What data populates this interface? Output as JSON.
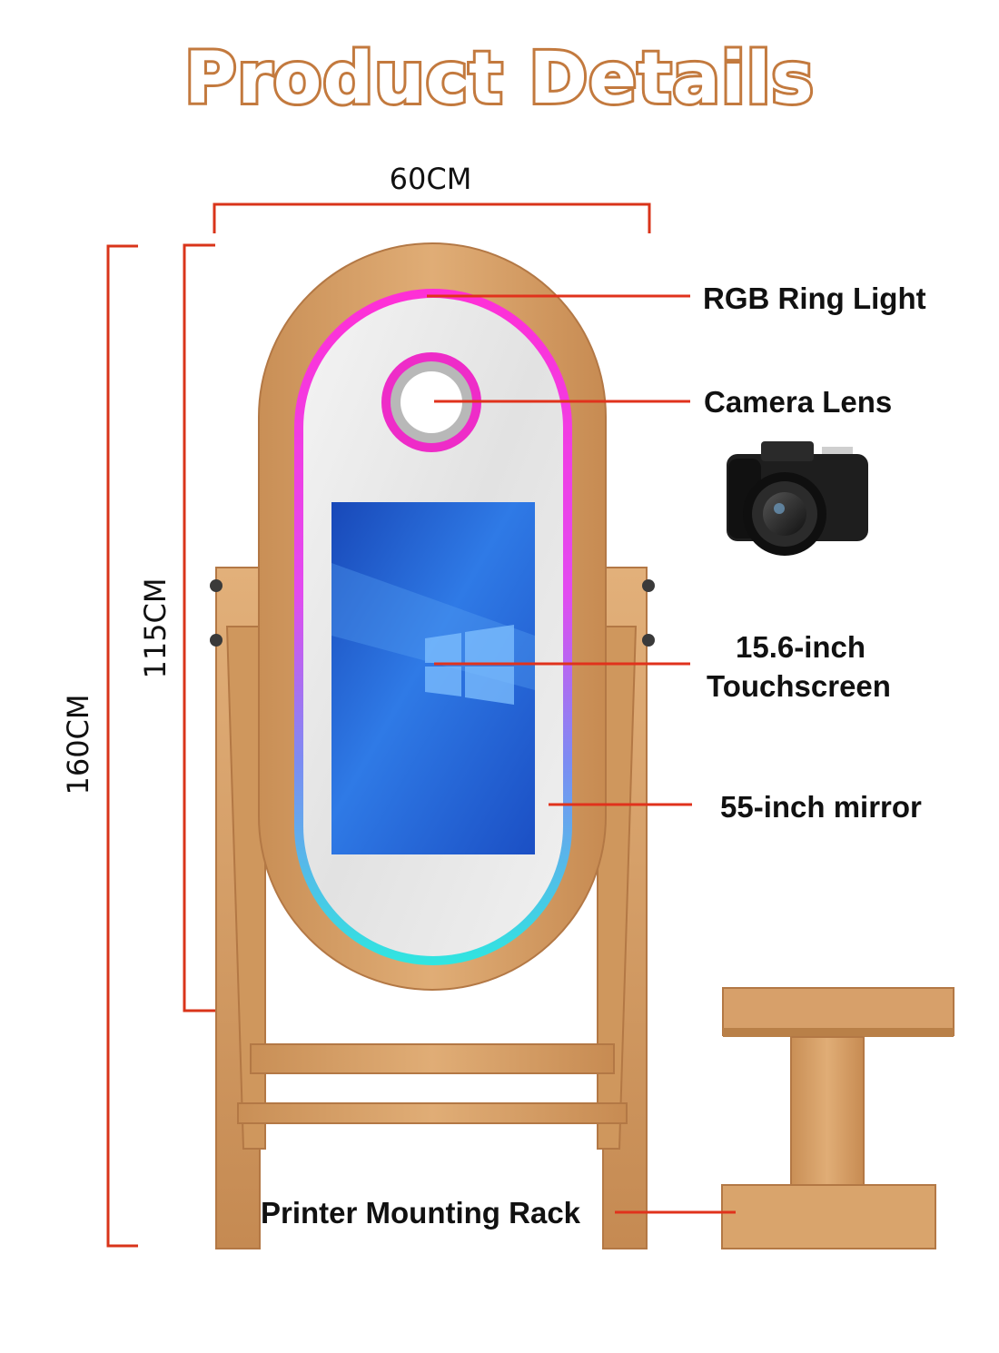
{
  "title": "Product Details",
  "dimensions": {
    "width": "60CM",
    "mirror_height": "115CM",
    "total_height": "160CM"
  },
  "callouts": {
    "ring_light": "RGB Ring Light",
    "camera_lens": "Camera Lens",
    "touchscreen_line1": "15.6-inch",
    "touchscreen_line2": "Touchscreen",
    "mirror": "55-inch mirror",
    "printer_rack": "Printer Mounting Rack"
  },
  "colors": {
    "title_outline": "#c37a3f",
    "dimension_line": "#d9341a",
    "callout_line": "#e0321c",
    "wood": "#d9a46c",
    "ring_top": "#ff2fd6",
    "ring_bottom": "#2fe6e0",
    "screen": "#1f64d6"
  }
}
